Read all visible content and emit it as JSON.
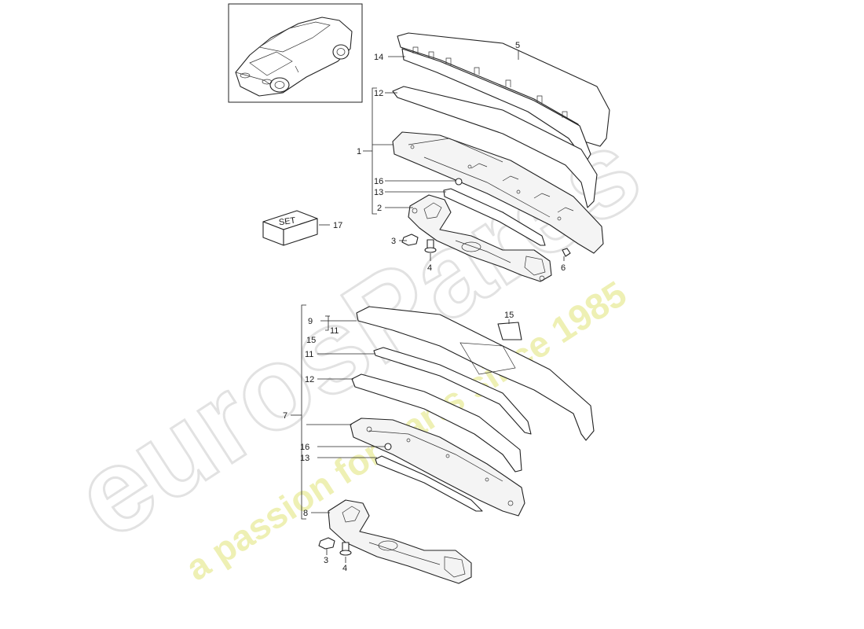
{
  "watermark": {
    "brand": "eurosPares",
    "tagline": "a passion for parts since 1985"
  },
  "set_box_label": "SET",
  "callouts": {
    "upper": {
      "c5": "5",
      "c14": "14",
      "c12": "12",
      "c1": "1",
      "c16": "16",
      "c13": "13",
      "c2": "2",
      "c17": "17",
      "c3": "3",
      "c4": "4",
      "c6": "6"
    },
    "lower": {
      "c9": "9",
      "c11a": "11",
      "c15a": "15",
      "c15b": "15",
      "c11b": "11",
      "c12": "12",
      "c7": "7",
      "c16": "16",
      "c13": "13",
      "c8": "8",
      "c3": "3",
      "c4": "4"
    }
  },
  "colors": {
    "line": "#222222",
    "watermark_grey": "#e6e6e6",
    "watermark_yellow": "#eef0b4"
  }
}
